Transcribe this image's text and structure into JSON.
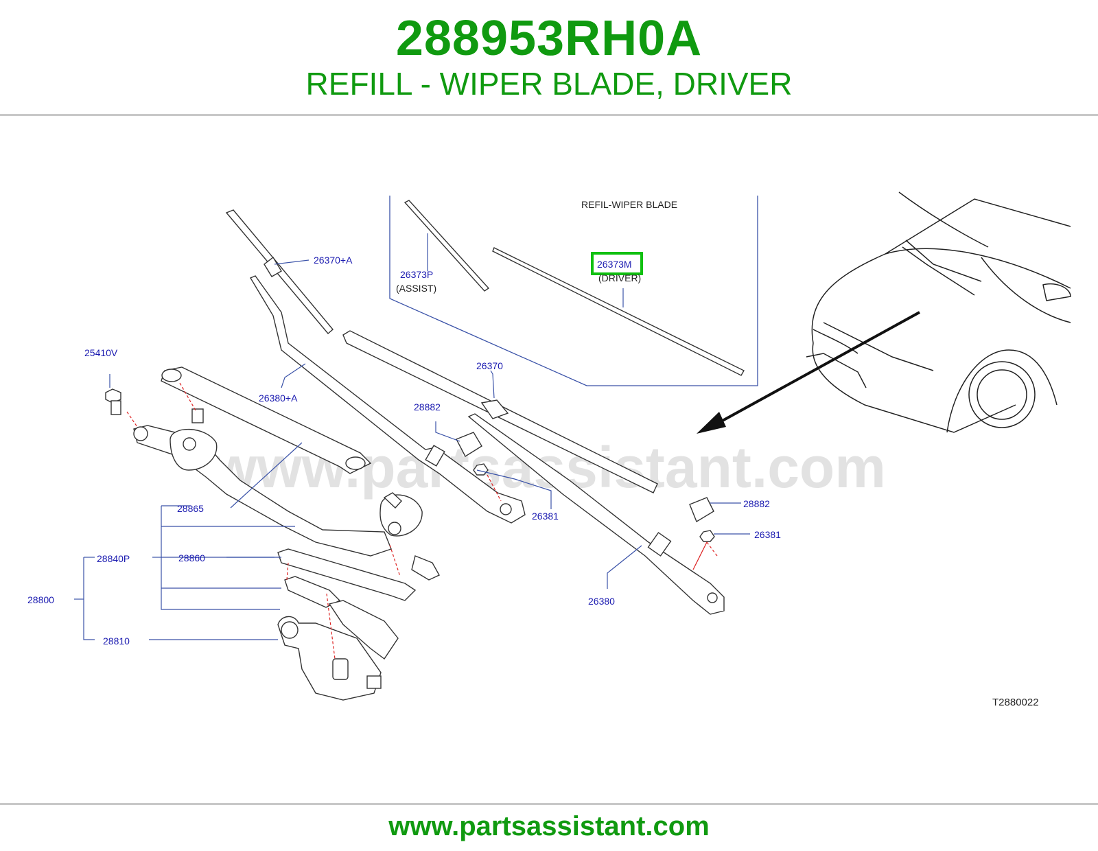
{
  "header": {
    "part_number": "288953RH0A",
    "description": "REFILL - WIPER BLADE, DRIVER"
  },
  "diagram": {
    "watermark": "www.partsassistant.com",
    "inset_title": "REFIL-WIPER   BLADE",
    "drawing_code": "T2880022",
    "highlight_color": "#10c010",
    "label_color": "#1a1ab0",
    "callouts": {
      "c26370_a": "26370+A",
      "c26373p": "26373P",
      "assist": "(ASSIST)",
      "c26373m": "26373M",
      "driver": "(DRIVER)",
      "c25410v": "25410V",
      "c26380_a": "26380+A",
      "c26370": "26370",
      "c28882_left": "28882",
      "c28865": "28865",
      "c26381_left": "26381",
      "c28882_right": "28882",
      "c26381_right": "26381",
      "c28840p": "28840P",
      "c28860": "28860",
      "c28800": "28800",
      "c26380": "26380",
      "c28810": "28810"
    }
  },
  "footer": {
    "url": "www.partsassistant.com"
  }
}
